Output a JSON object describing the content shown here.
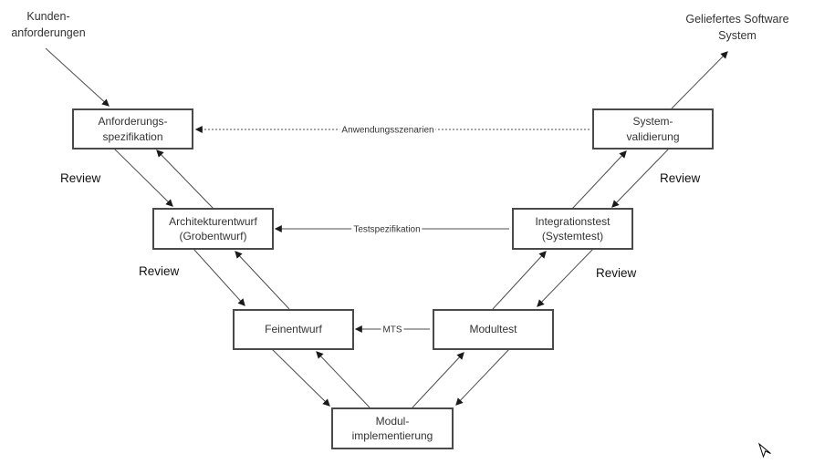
{
  "nodes": {
    "anforderungsspezifikation": {
      "label": "Anforderungs-\nspezifikation"
    },
    "systemvalidierung": {
      "label": "System-\nvalidierung"
    },
    "architekturentwurf": {
      "label": "Architekturentwurf\n(Grobentwurf)"
    },
    "integrationstest": {
      "label": "Integrationstest\n(Systemtest)"
    },
    "feinentwurf": {
      "label": "Feinentwurf"
    },
    "modultest": {
      "label": "Modultest"
    },
    "modulimplementierung": {
      "label": "Modul-\nimplementierung"
    }
  },
  "external_labels": {
    "kundenanforderungen": "Kunden-\nanforderungen",
    "geliefertes_software_system": "Geliefertes Software\nSystem"
  },
  "edge_labels": {
    "anwendungsszenarien": "Anwendungsszenarien",
    "testspezifikation": "Testspezifikation",
    "mts": "MTS"
  },
  "review_labels": [
    "Review",
    "Review",
    "Review",
    "Review"
  ],
  "colors": {
    "background": "#ffffff",
    "line": "#4d4d4d",
    "arrowhead": "#1a1a1a",
    "box_border": "#4a4a4a",
    "box_text": "#333333",
    "review_text": "#111111"
  }
}
